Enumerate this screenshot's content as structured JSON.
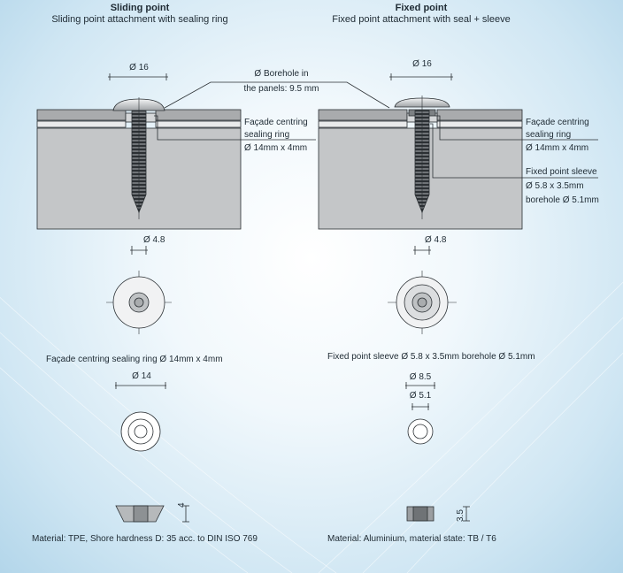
{
  "left": {
    "title": "Sliding point",
    "subtitle": "Sliding point attachment with sealing ring",
    "dim_head": "Ø 16",
    "dim_shank": "Ø 4.8",
    "label_ring": [
      "Façade centring",
      "sealing ring",
      "Ø 14mm x 4mm"
    ],
    "ring_caption": "Façade centring sealing ring Ø 14mm x 4mm",
    "ring_dim": "Ø 14",
    "ring_height": "4",
    "material": "Material: TPE, Shore hardness D: 35 acc. to DIN ISO 769"
  },
  "center": {
    "borehole": [
      "Ø Borehole in",
      "the panels: 9.5 mm"
    ]
  },
  "right": {
    "title": "Fixed point",
    "subtitle": "Fixed point attachment with seal + sleeve",
    "dim_head": "Ø 16",
    "dim_shank": "Ø 4.8",
    "label_ring": [
      "Façade centring",
      "sealing ring",
      "Ø 14mm x 4mm"
    ],
    "label_sleeve": [
      "Fixed point sleeve",
      "Ø 5.8 x 3.5mm",
      "borehole Ø 5.1mm"
    ],
    "sleeve_caption": "Fixed point sleeve Ø 5.8 x 3.5mm borehole Ø 5.1mm",
    "sleeve_dim_outer": "Ø 8.5",
    "sleeve_dim_inner": "Ø 5.1",
    "sleeve_height": "3.5",
    "material": "Material: Aluminium, material state: TB / T6"
  },
  "colors": {
    "panel": "#c4c6c8",
    "plate": "#a9abad",
    "line": "#2a2f33"
  }
}
